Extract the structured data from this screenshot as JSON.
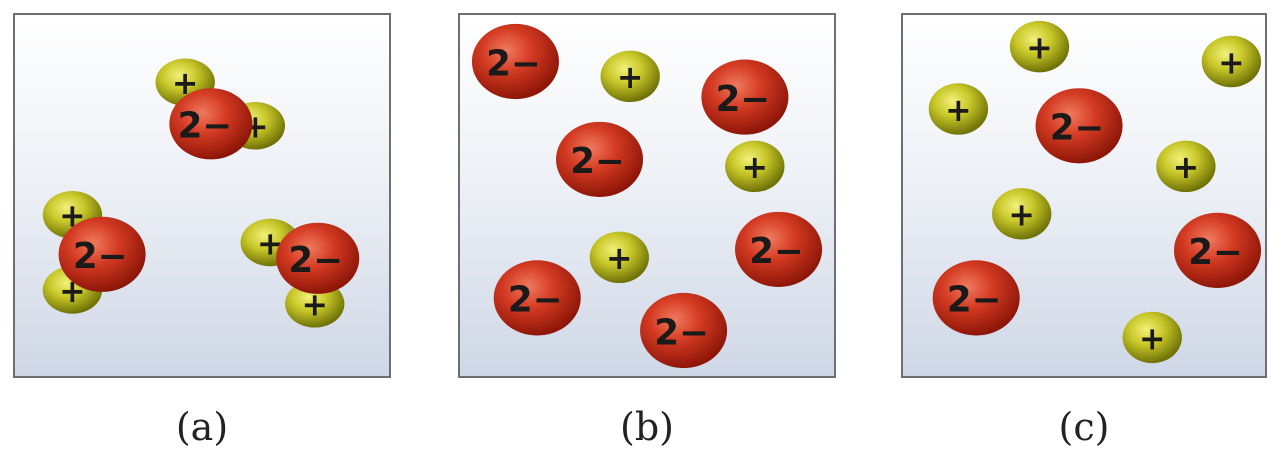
{
  "anion_label": "2−",
  "cation_label": "+",
  "colors": {
    "anion_light": "#e8563e",
    "anion_dark": "#8e1608",
    "cation_light": "#e0e24a",
    "cation_dark": "#6f7206",
    "border": "#6d6f73"
  },
  "panels": [
    {
      "caption": "(a)"
    },
    {
      "caption": "(b)"
    },
    {
      "caption": "(c)"
    }
  ]
}
